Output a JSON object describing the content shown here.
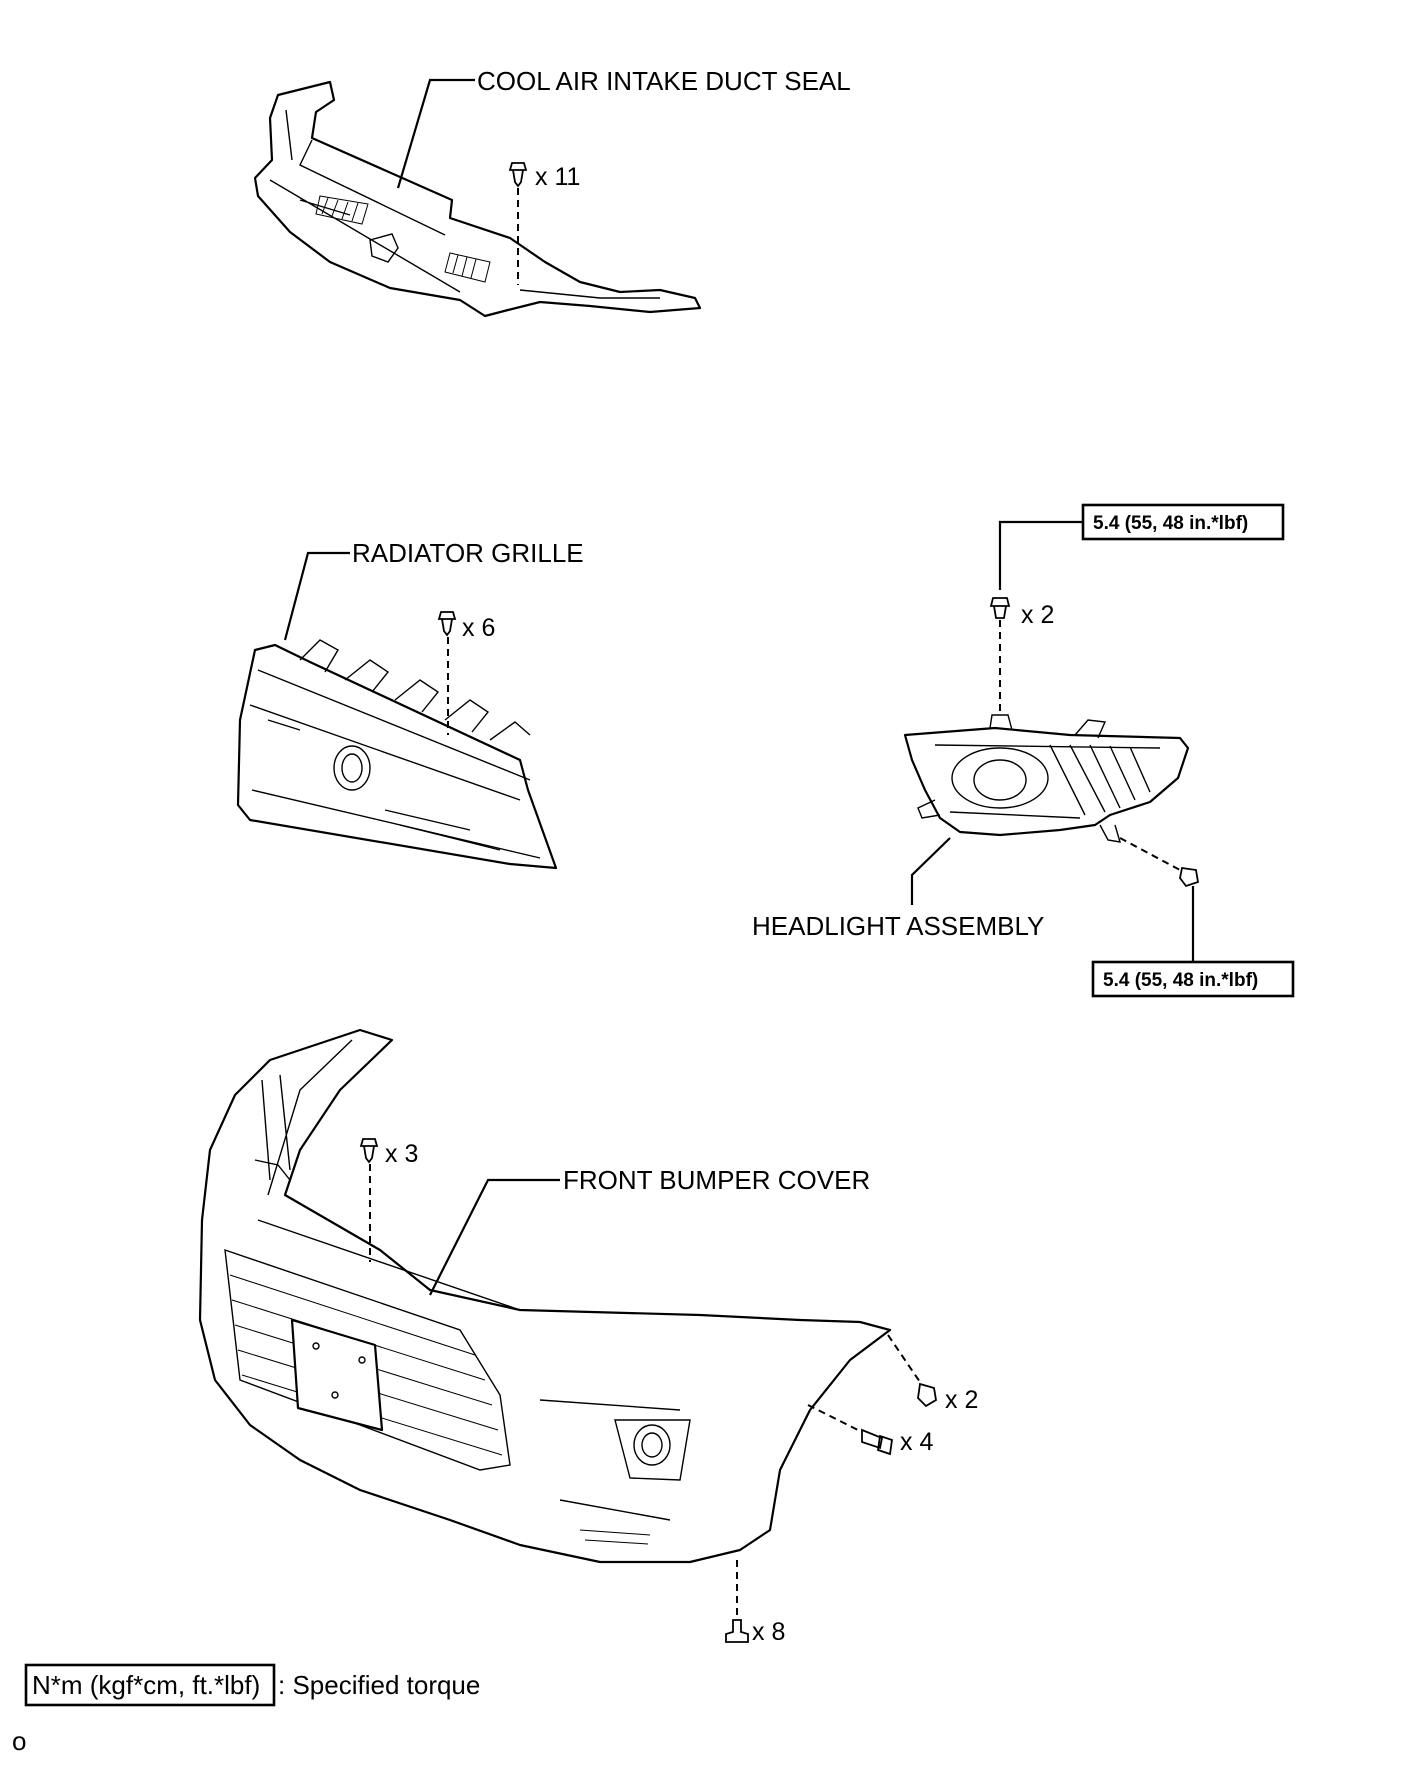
{
  "labels": {
    "intake_seal": "COOL AIR INTAKE DUCT SEAL",
    "grille": "RADIATOR GRILLE",
    "headlight": "HEADLIGHT ASSEMBLY",
    "bumper": "FRONT BUMPER COVER"
  },
  "quantities": {
    "seal_clips": "x 11",
    "grille_clips": "x 6",
    "headlight_top_bolts": "x 2",
    "bumper_top_clips": "x 3",
    "bumper_side_screws": "x 2",
    "bumper_side_bolts": "x 4",
    "bumper_bottom_screws": "x 8"
  },
  "torques": {
    "headlight_top": "5.4 (55, 48 in.*lbf)",
    "headlight_side": "5.4 (55, 48 in.*lbf)"
  },
  "legend": {
    "unit_box": "N*m (kgf*cm, ft.*lbf)",
    "description": ": Specified torque"
  },
  "footer_mark": "o"
}
